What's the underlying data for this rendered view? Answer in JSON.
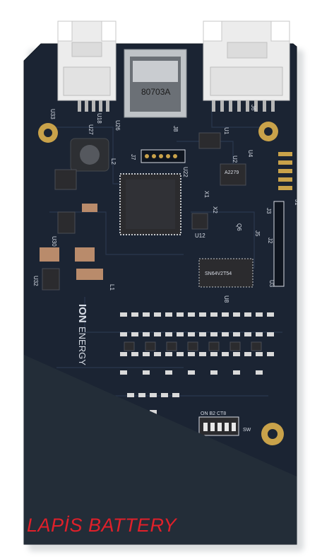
{
  "colors": {
    "board": "#1b2433",
    "board_dark": "#121a26",
    "overlay": "#232d38",
    "silkscreen": "#d8dde6",
    "gold": "#c9a24a",
    "connector": "#ececec",
    "chip": "#2b2b2e",
    "caption": "#e0202a"
  },
  "board_text": {
    "brand_ion": "ION",
    "brand_energy": "ENERGY",
    "sd_code": "80703A",
    "ic_main_code": "SN64V2T54",
    "ic_small_code": "A2279",
    "dip_label": "ON B2 CT8",
    "dip_side": "SW"
  },
  "designators": {
    "u33": "U33",
    "u18": "U18",
    "u26": "U26",
    "u27": "U27",
    "j8": "J8",
    "j6": "J6",
    "u1": "U1",
    "j7": "J7",
    "l2": "L2",
    "u22": "U22",
    "u2": "U2",
    "u4": "U4",
    "x1": "X1",
    "x2": "X2",
    "j1": "J1",
    "j3": "J3",
    "q6": "Q6",
    "j5": "J5",
    "j2": "J2",
    "u12": "U12",
    "u30": "U30",
    "u32": "U32",
    "l1": "L1",
    "u8": "U8",
    "u3": "U3"
  },
  "caption": "LAPİS BATTERY"
}
